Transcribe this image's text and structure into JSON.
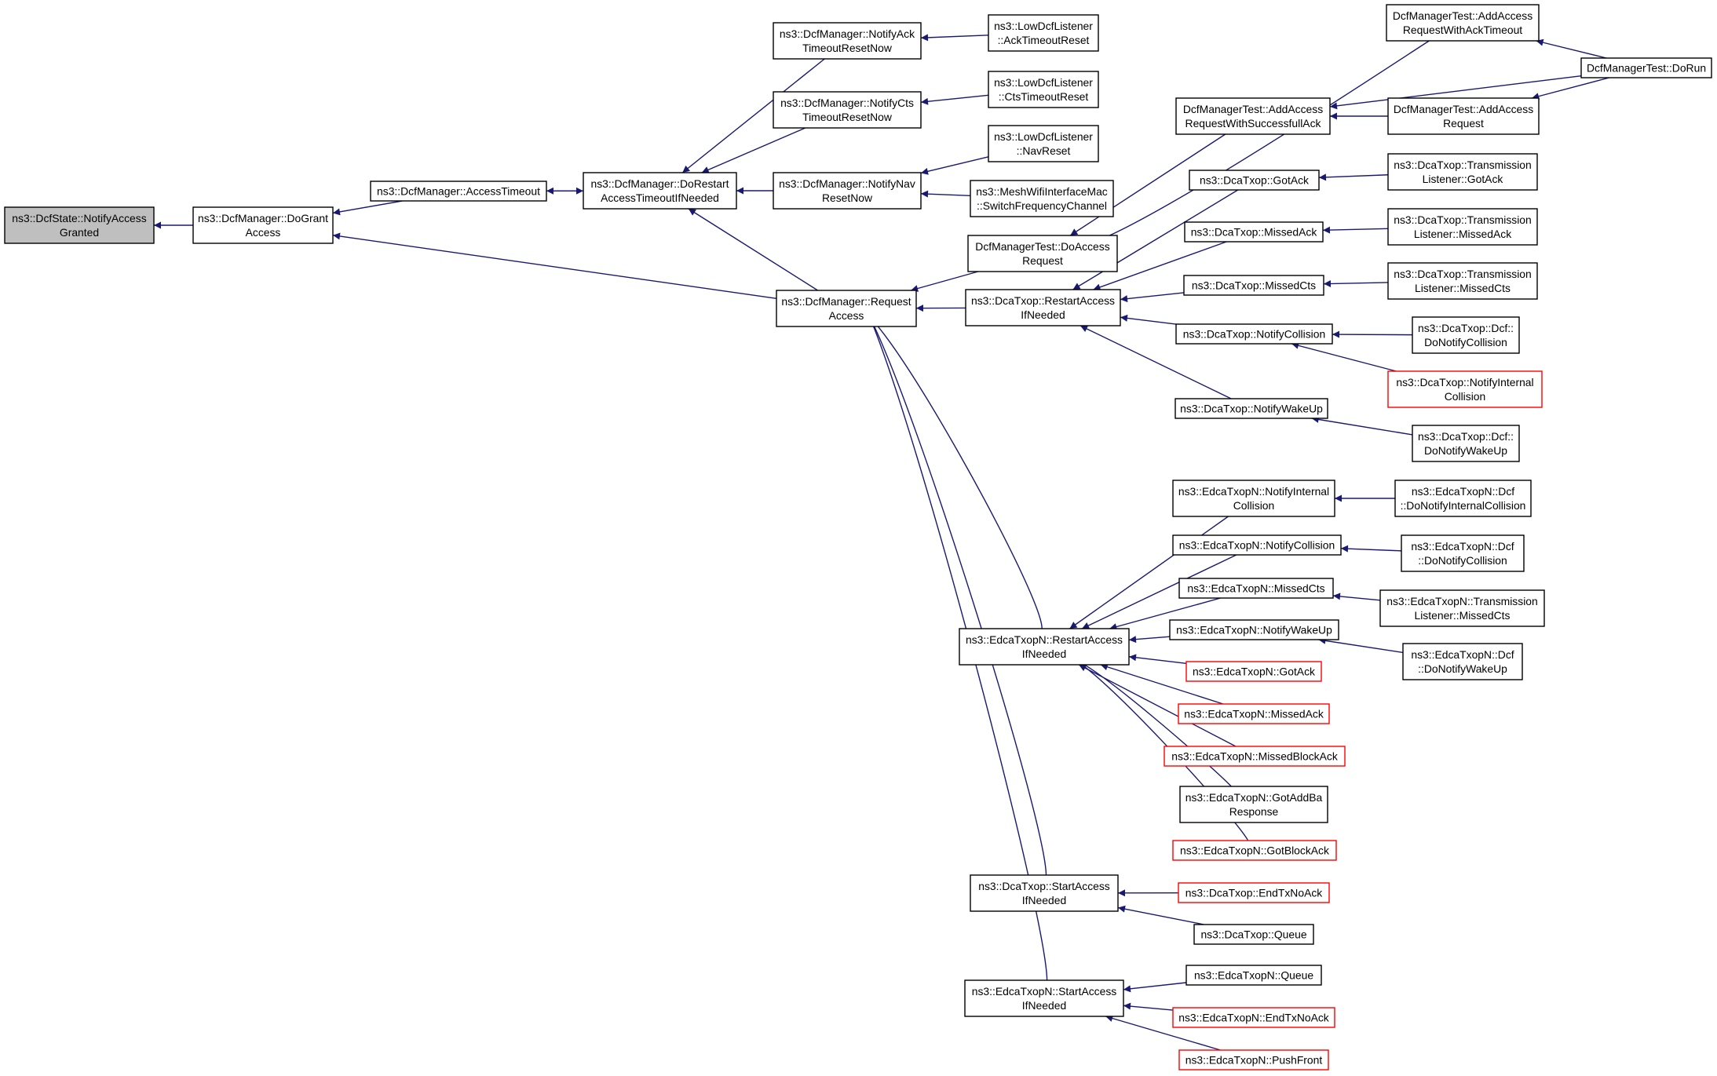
{
  "colors": {
    "edge": "#191970",
    "node_border": "#000000",
    "node_truncated_border": "#ff0000",
    "root_fill": "#bfbfbf",
    "background": "#ffffff"
  },
  "nodes": {
    "n1": {
      "lines": [
        "ns3::DcfState::NotifyAccess",
        "Granted"
      ],
      "kind": "root"
    },
    "n2": {
      "lines": [
        "ns3::DcfManager::DoGrant",
        "Access"
      ],
      "kind": "normal"
    },
    "n3": {
      "lines": [
        "ns3::DcfManager::AccessTimeout"
      ],
      "kind": "normal"
    },
    "n4": {
      "lines": [
        "ns3::DcfManager::DoRestart",
        "AccessTimeoutIfNeeded"
      ],
      "kind": "normal"
    },
    "n5": {
      "lines": [
        "ns3::DcfManager::Request",
        "Access"
      ],
      "kind": "normal"
    },
    "n6": {
      "lines": [
        "ns3::DcfManager::NotifyAck",
        "TimeoutResetNow"
      ],
      "kind": "normal"
    },
    "n7": {
      "lines": [
        "ns3::DcfManager::NotifyCts",
        "TimeoutResetNow"
      ],
      "kind": "normal"
    },
    "n8": {
      "lines": [
        "ns3::DcfManager::NotifyNav",
        "ResetNow"
      ],
      "kind": "normal"
    },
    "n9": {
      "lines": [
        "ns3::LowDcfListener",
        "::AckTimeoutReset"
      ],
      "kind": "normal"
    },
    "n10": {
      "lines": [
        "ns3::LowDcfListener",
        "::CtsTimeoutReset"
      ],
      "kind": "normal"
    },
    "n11": {
      "lines": [
        "ns3::LowDcfListener",
        "::NavReset"
      ],
      "kind": "normal"
    },
    "n12": {
      "lines": [
        "ns3::MeshWifiInterfaceMac",
        "::SwitchFrequencyChannel"
      ],
      "kind": "normal"
    },
    "n13": {
      "lines": [
        "DcfManagerTest::DoAccess",
        "Request"
      ],
      "kind": "normal"
    },
    "n14": {
      "lines": [
        "ns3::DcaTxop::RestartAccess",
        "IfNeeded"
      ],
      "kind": "normal"
    },
    "n15": {
      "lines": [
        "ns3::EdcaTxopN::RestartAccess",
        "IfNeeded"
      ],
      "kind": "normal"
    },
    "n16": {
      "lines": [
        "ns3::DcaTxop::StartAccess",
        "IfNeeded"
      ],
      "kind": "normal"
    },
    "n17": {
      "lines": [
        "ns3::EdcaTxopN::StartAccess",
        "IfNeeded"
      ],
      "kind": "normal"
    },
    "n18": {
      "lines": [
        "DcfManagerTest::AddAccess",
        "RequestWithAckTimeout"
      ],
      "kind": "normal"
    },
    "n19": {
      "lines": [
        "DcfManagerTest::AddAccess",
        "RequestWithSuccessfullAck"
      ],
      "kind": "normal"
    },
    "n20": {
      "lines": [
        "DcfManagerTest::AddAccess",
        "Request"
      ],
      "kind": "normal"
    },
    "n21": {
      "lines": [
        "DcfManagerTest::DoRun"
      ],
      "kind": "normal"
    },
    "n22": {
      "lines": [
        "ns3::DcaTxop::GotAck"
      ],
      "kind": "normal"
    },
    "n23": {
      "lines": [
        "ns3::DcaTxop::MissedAck"
      ],
      "kind": "normal"
    },
    "n24": {
      "lines": [
        "ns3::DcaTxop::MissedCts"
      ],
      "kind": "normal"
    },
    "n25": {
      "lines": [
        "ns3::DcaTxop::NotifyCollision"
      ],
      "kind": "normal"
    },
    "n26": {
      "lines": [
        "ns3::DcaTxop::NotifyWakeUp"
      ],
      "kind": "normal"
    },
    "n27": {
      "lines": [
        "ns3::DcaTxop::Transmission",
        "Listener::GotAck"
      ],
      "kind": "normal"
    },
    "n28": {
      "lines": [
        "ns3::DcaTxop::Transmission",
        "Listener::MissedAck"
      ],
      "kind": "normal"
    },
    "n29": {
      "lines": [
        "ns3::DcaTxop::Transmission",
        "Listener::MissedCts"
      ],
      "kind": "normal"
    },
    "n30": {
      "lines": [
        "ns3::DcaTxop::Dcf::",
        "DoNotifyCollision"
      ],
      "kind": "normal"
    },
    "n31": {
      "lines": [
        "ns3::DcaTxop::NotifyInternal",
        "Collision"
      ],
      "kind": "truncated"
    },
    "n32": {
      "lines": [
        "ns3::DcaTxop::Dcf::",
        "DoNotifyWakeUp"
      ],
      "kind": "normal"
    },
    "n33": {
      "lines": [
        "ns3::EdcaTxopN::NotifyInternal",
        "Collision"
      ],
      "kind": "normal"
    },
    "n34": {
      "lines": [
        "ns3::EdcaTxopN::NotifyCollision"
      ],
      "kind": "normal"
    },
    "n35": {
      "lines": [
        "ns3::EdcaTxopN::MissedCts"
      ],
      "kind": "normal"
    },
    "n36": {
      "lines": [
        "ns3::EdcaTxopN::NotifyWakeUp"
      ],
      "kind": "normal"
    },
    "n37": {
      "lines": [
        "ns3::EdcaTxopN::GotAck"
      ],
      "kind": "truncated"
    },
    "n38": {
      "lines": [
        "ns3::EdcaTxopN::MissedAck"
      ],
      "kind": "truncated"
    },
    "n39": {
      "lines": [
        "ns3::EdcaTxopN::MissedBlockAck"
      ],
      "kind": "truncated"
    },
    "n40": {
      "lines": [
        "ns3::EdcaTxopN::GotAddBa",
        "Response"
      ],
      "kind": "normal"
    },
    "n41": {
      "lines": [
        "ns3::EdcaTxopN::GotBlockAck"
      ],
      "kind": "truncated"
    },
    "n42": {
      "lines": [
        "ns3::EdcaTxopN::Dcf",
        "::DoNotifyInternalCollision"
      ],
      "kind": "normal"
    },
    "n43": {
      "lines": [
        "ns3::EdcaTxopN::Dcf",
        "::DoNotifyCollision"
      ],
      "kind": "normal"
    },
    "n44": {
      "lines": [
        "ns3::EdcaTxopN::Transmission",
        "Listener::MissedCts"
      ],
      "kind": "normal"
    },
    "n45": {
      "lines": [
        "ns3::EdcaTxopN::Dcf",
        "::DoNotifyWakeUp"
      ],
      "kind": "normal"
    },
    "n46": {
      "lines": [
        "ns3::DcaTxop::EndTxNoAck"
      ],
      "kind": "truncated"
    },
    "n47": {
      "lines": [
        "ns3::DcaTxop::Queue"
      ],
      "kind": "normal"
    },
    "n48": {
      "lines": [
        "ns3::EdcaTxopN::Queue"
      ],
      "kind": "normal"
    },
    "n49": {
      "lines": [
        "ns3::EdcaTxopN::EndTxNoAck"
      ],
      "kind": "truncated"
    },
    "n50": {
      "lines": [
        "ns3::EdcaTxopN::PushFront"
      ],
      "kind": "truncated"
    }
  },
  "edges": [
    [
      "n2",
      "n1"
    ],
    [
      "n3",
      "n2"
    ],
    [
      "n5",
      "n2"
    ],
    [
      "n4",
      "n3"
    ],
    [
      "n3",
      "n4"
    ],
    [
      "n6",
      "n4"
    ],
    [
      "n7",
      "n4"
    ],
    [
      "n8",
      "n4"
    ],
    [
      "n5",
      "n4"
    ],
    [
      "n9",
      "n6"
    ],
    [
      "n10",
      "n7"
    ],
    [
      "n11",
      "n8"
    ],
    [
      "n12",
      "n8"
    ],
    [
      "n13",
      "n5"
    ],
    [
      "n14",
      "n5"
    ],
    [
      "n15",
      "n5"
    ],
    [
      "n16",
      "n5"
    ],
    [
      "n17",
      "n5"
    ],
    [
      "n18",
      "n13"
    ],
    [
      "n19",
      "n13"
    ],
    [
      "n21",
      "n18"
    ],
    [
      "n21",
      "n19"
    ],
    [
      "n20",
      "n19"
    ],
    [
      "n21",
      "n20"
    ],
    [
      "n22",
      "n14"
    ],
    [
      "n23",
      "n14"
    ],
    [
      "n24",
      "n14"
    ],
    [
      "n25",
      "n14"
    ],
    [
      "n26",
      "n14"
    ],
    [
      "n27",
      "n22"
    ],
    [
      "n28",
      "n23"
    ],
    [
      "n29",
      "n24"
    ],
    [
      "n30",
      "n25"
    ],
    [
      "n31",
      "n25"
    ],
    [
      "n32",
      "n26"
    ],
    [
      "n33",
      "n15"
    ],
    [
      "n34",
      "n15"
    ],
    [
      "n35",
      "n15"
    ],
    [
      "n36",
      "n15"
    ],
    [
      "n37",
      "n15"
    ],
    [
      "n38",
      "n15"
    ],
    [
      "n39",
      "n15"
    ],
    [
      "n40",
      "n15"
    ],
    [
      "n41",
      "n15"
    ],
    [
      "n42",
      "n33"
    ],
    [
      "n43",
      "n34"
    ],
    [
      "n44",
      "n35"
    ],
    [
      "n45",
      "n36"
    ],
    [
      "n46",
      "n16"
    ],
    [
      "n47",
      "n16"
    ],
    [
      "n48",
      "n17"
    ],
    [
      "n49",
      "n17"
    ],
    [
      "n50",
      "n17"
    ]
  ]
}
